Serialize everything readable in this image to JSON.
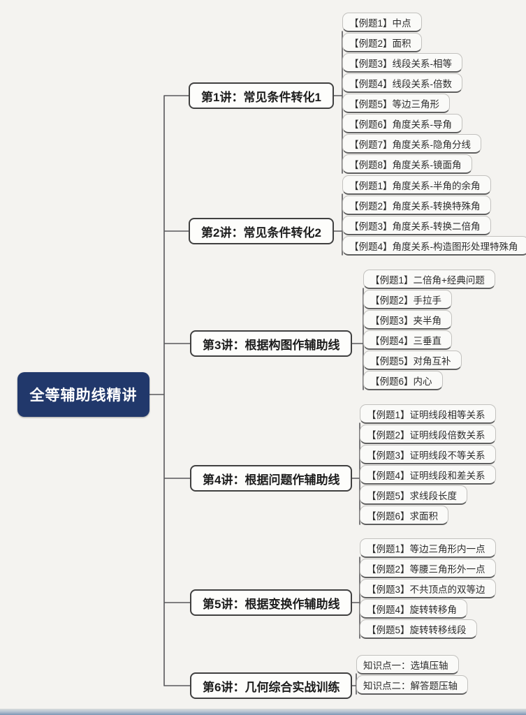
{
  "page": {
    "background_color": "#f4f3f0",
    "root_color": "#21386b",
    "line_color": "#58585a"
  },
  "mindmap": {
    "root": {
      "label": "全等辅助线精讲"
    },
    "branches": [
      {
        "label": "第1讲：常见条件转化1",
        "children": [
          "【例题1】中点",
          "【例题2】面积",
          "【例题3】线段关系-相等",
          "【例题4】线段关系-倍数",
          "【例题5】等边三角形",
          "【例题6】角度关系-导角",
          "【例题7】角度关系-隐角分线",
          "【例题8】角度关系-镜面角"
        ]
      },
      {
        "label": "第2讲：常见条件转化2",
        "children": [
          "【例题1】角度关系-半角的余角",
          "【例题2】角度关系-转换特殊角",
          "【例题3】角度关系-转换二倍角",
          "【例题4】角度关系-构造图形处理特殊角"
        ]
      },
      {
        "label": "第3讲：根据构图作辅助线",
        "children": [
          "【例题1】二倍角+经典问题",
          "【例题2】手拉手",
          "【例题3】夹半角",
          "【例题4】三垂直",
          "【例题5】对角互补",
          "【例题6】内心"
        ]
      },
      {
        "label": "第4讲：根据问题作辅助线",
        "children": [
          "【例题1】证明线段相等关系",
          "【例题2】证明线段倍数关系",
          "【例题3】证明线段不等关系",
          "【例题4】证明线段和差关系",
          "【例题5】求线段长度",
          "【例题6】求面积"
        ]
      },
      {
        "label": "第5讲：根据变换作辅助线",
        "children": [
          "【例题1】等边三角形内一点",
          "【例题2】等腰三角形外一点",
          "【例题3】不共顶点的双等边",
          "【例题4】旋转转移角",
          "【例题5】旋转转移线段"
        ]
      },
      {
        "label": "第6讲：几何综合实战训练",
        "children": [
          "知识点一：选填压轴",
          "知识点二：解答题压轴"
        ]
      }
    ]
  }
}
